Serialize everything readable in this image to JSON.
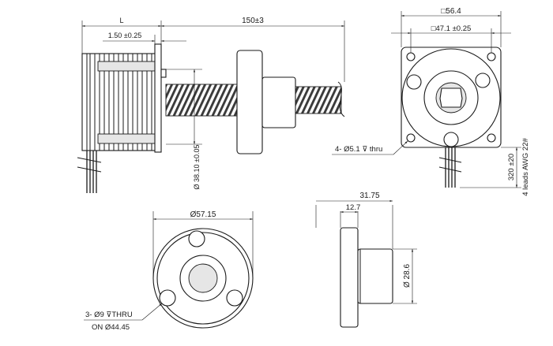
{
  "dimensions": {
    "motor_length": "L",
    "screw_length": "150±3",
    "flange_offset": "1.50 ±0.25",
    "pilot_diameter": "Ø 38.10 ±0.05",
    "motor_square": "□56.4",
    "hole_pitch": "□47.1 ±0.25",
    "mount_holes": "4- Ø5.1 ⊽ thru",
    "lead_length": "320 ±20",
    "lead_spec": "4 leads AWG 22#",
    "nut_flange_diameter": "Ø57.15",
    "nut_holes_line1": "3- Ø9 ⊽THRU",
    "nut_holes_line2": "ON Ø44.45",
    "nut_length": "31.75",
    "nut_flange_thickness": "12.7",
    "nut_body_diameter": "Ø 28.6"
  }
}
